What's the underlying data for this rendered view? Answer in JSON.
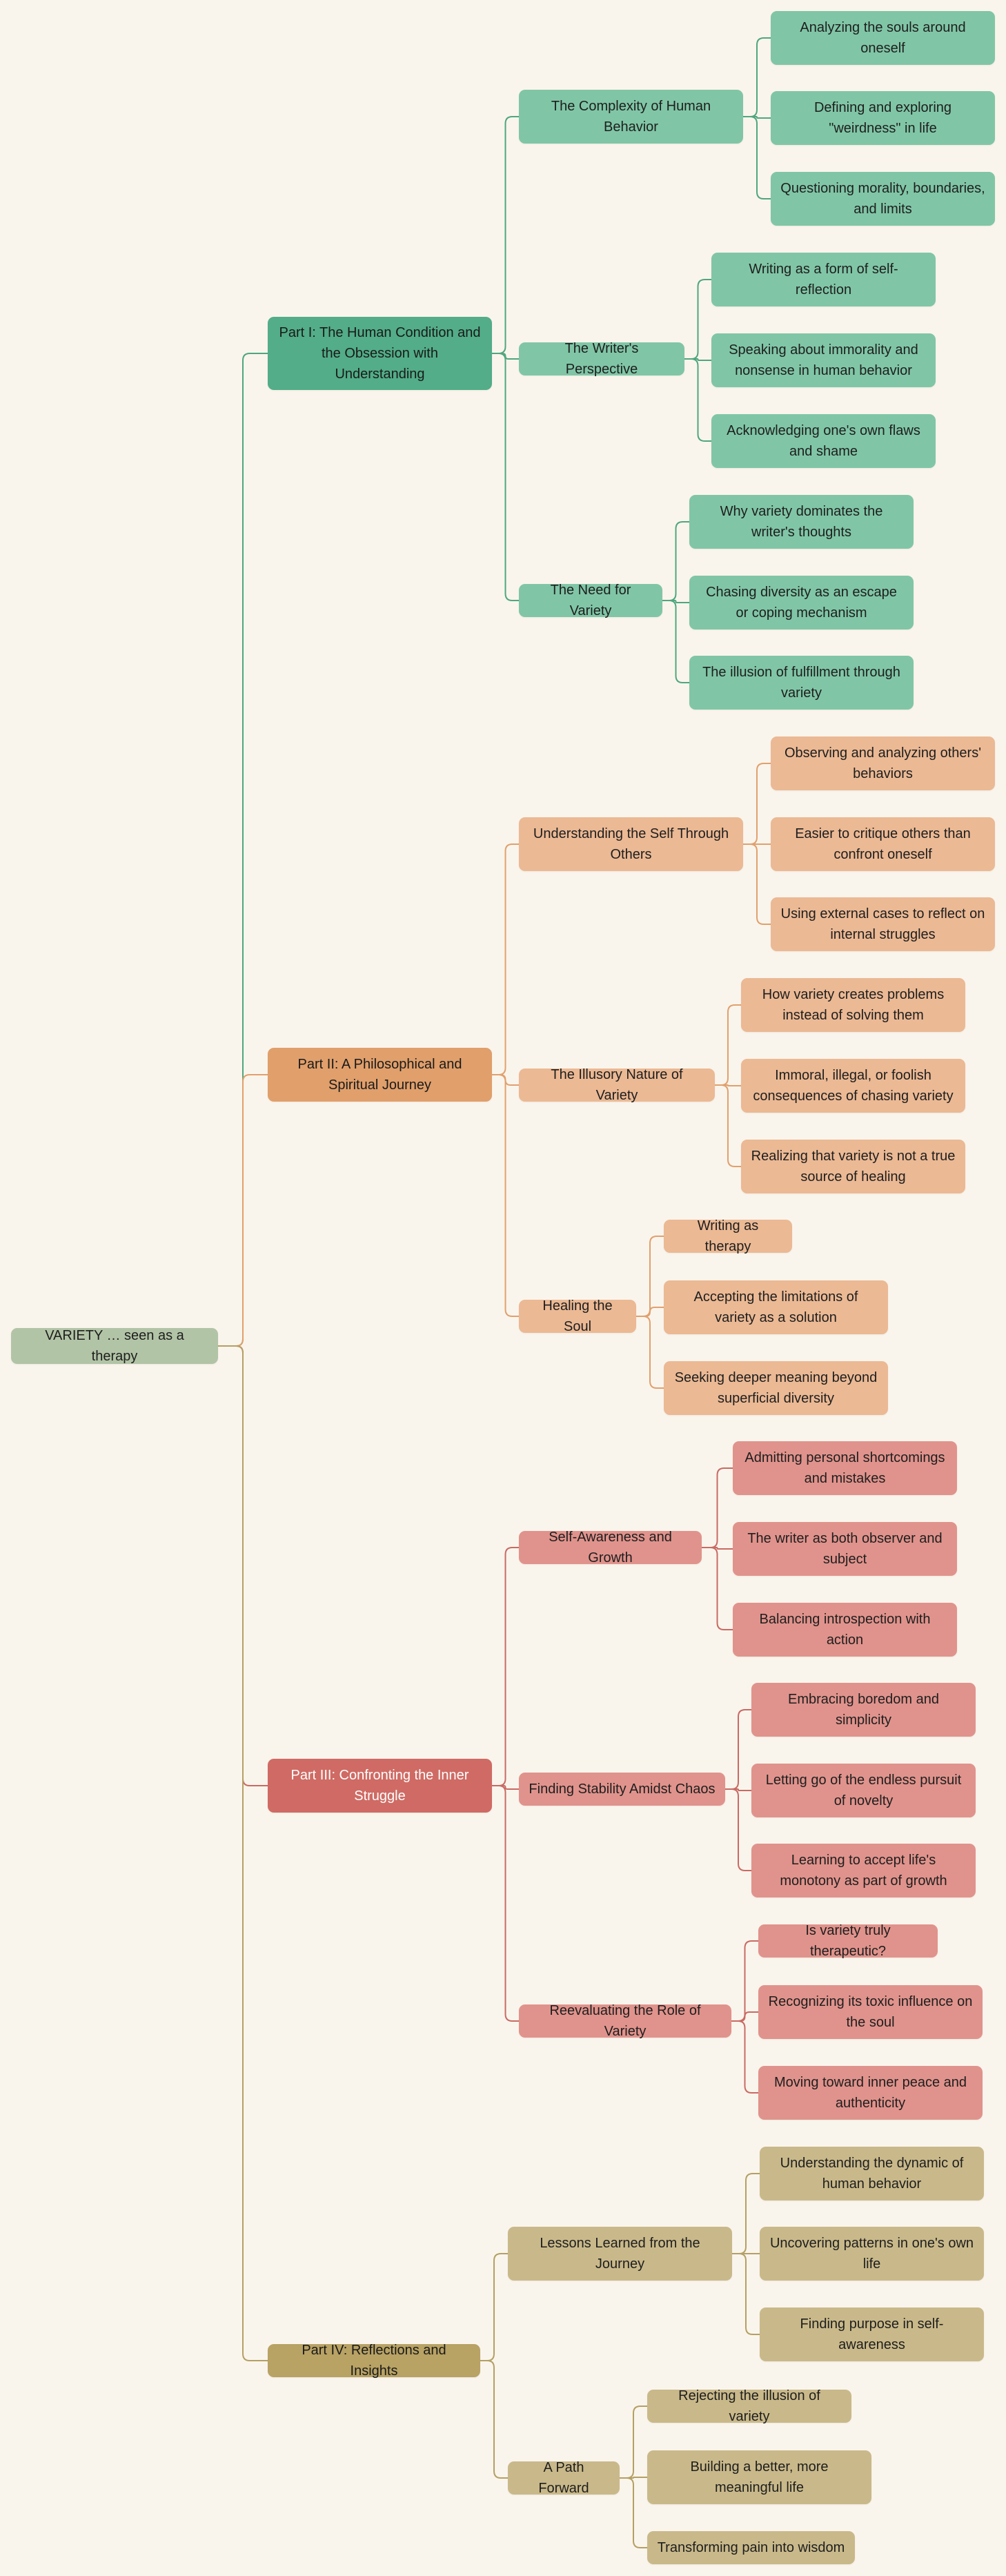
{
  "root": {
    "label": "VARIETY … seen as a therapy",
    "color": "#b2c4a6",
    "edge_color": "#8fa37f"
  },
  "branches": [
    {
      "label": "Part I: The Human Condition and the Obsession with Understanding",
      "color": "#52ad88",
      "text_color": "#1a1a1a",
      "child_color": "#80c6a6",
      "leaf_color": "#80c6a6",
      "edge_color": "#4ea67f",
      "topics": [
        {
          "label": "The Complexity of Human Behavior",
          "items": [
            "Analyzing the souls around oneself",
            "Defining and exploring \"weirdness\" in life",
            "Questioning morality, boundaries, and limits"
          ]
        },
        {
          "label": "The Writer's Perspective",
          "items": [
            "Writing as a form of self-reflection",
            "Speaking about immorality and nonsense in human behavior",
            "Acknowledging one's own flaws and shame"
          ]
        },
        {
          "label": "The Need for Variety",
          "items": [
            "Why variety dominates the writer's thoughts",
            "Chasing diversity as an escape or coping mechanism",
            "The illusion of fulfillment through variety"
          ]
        }
      ]
    },
    {
      "label": "Part II: A Philosophical and Spiritual Journey",
      "color": "#e09f6b",
      "text_color": "#1a1a1a",
      "child_color": "#ebb994",
      "leaf_color": "#ebb994",
      "edge_color": "#e0a06e",
      "topics": [
        {
          "label": "Understanding the Self Through Others",
          "items": [
            "Observing and analyzing others' behaviors",
            "Easier to critique others than confront oneself",
            "Using external cases to reflect on internal struggles"
          ]
        },
        {
          "label": "The Illusory Nature of Variety",
          "items": [
            "How variety creates problems instead of solving them",
            "Immoral, illegal, or foolish consequences of chasing variety",
            "Realizing that variety is not a true source of healing"
          ]
        },
        {
          "label": "Healing the Soul",
          "items": [
            "Writing as therapy",
            "Accepting the limitations of variety as a solution",
            "Seeking deeper meaning beyond superficial diversity"
          ]
        }
      ]
    },
    {
      "label": "Part III: Confronting the Inner Struggle",
      "color": "#cf6b64",
      "text_color": "#ffffff",
      "child_color": "#e0938c",
      "leaf_color": "#e0938c",
      "edge_color": "#c86a64",
      "topics": [
        {
          "label": "Self-Awareness and Growth",
          "items": [
            "Admitting personal shortcomings and mistakes",
            "The writer as both observer and subject",
            "Balancing introspection with action"
          ]
        },
        {
          "label": "Finding Stability Amidst Chaos",
          "items": [
            "Embracing boredom and simplicity",
            "Letting go of the endless pursuit of novelty",
            "Learning to accept life's monotony as part of growth"
          ]
        },
        {
          "label": "Reevaluating the Role of Variety",
          "items": [
            "Is variety truly therapeutic?",
            "Recognizing its toxic influence on the soul",
            "Moving toward inner peace and authenticity"
          ]
        }
      ]
    },
    {
      "label": "Part IV: Reflections and Insights",
      "color": "#b8a264",
      "text_color": "#1a1a1a",
      "child_color": "#c9b98a",
      "leaf_color": "#c9b98a",
      "edge_color": "#b4a065",
      "topics": [
        {
          "label": "Lessons Learned from the Journey",
          "items": [
            "Understanding the dynamic of human behavior",
            "Uncovering patterns in one's own life",
            "Finding purpose in self-awareness"
          ]
        },
        {
          "label": "A Path Forward",
          "items": [
            "Rejecting the illusion of variety",
            "Building a better, more meaningful life",
            "Transforming pain into wisdom"
          ]
        }
      ]
    }
  ]
}
